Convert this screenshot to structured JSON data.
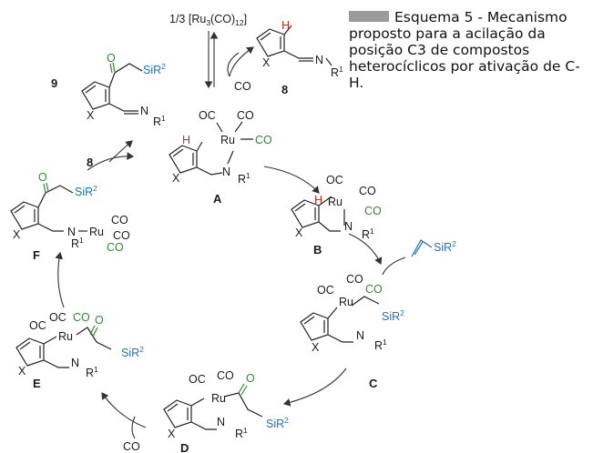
{
  "caption": {
    "text": "Esquema 5 - Mecanismo proposto para a acilação da posição C3 de compostos heterocíclicos por ativação de C-H."
  },
  "reagents": {
    "catalyst": "1/3 [Ru",
    "catalyst_sub1": "3",
    "catalyst_mid": "(CO)",
    "catalyst_sub2": "12",
    "catalyst_end": "]",
    "co_released": "CO",
    "co_added": "CO",
    "substrate_num": "8",
    "substrate_num_2": "8",
    "product_num": "9",
    "vinylsilane": "SiR"
  },
  "compounds": {
    "A": "A",
    "B": "B",
    "C": "C",
    "D": "D",
    "E": "E",
    "F": "F"
  },
  "atoms": {
    "ru": "Ru",
    "n": "N",
    "x": "X",
    "h": "H",
    "o": "O",
    "oc": "OC",
    "co": "CO",
    "r": "R",
    "one": "1",
    "sir": "SiR",
    "two": "2"
  }
}
